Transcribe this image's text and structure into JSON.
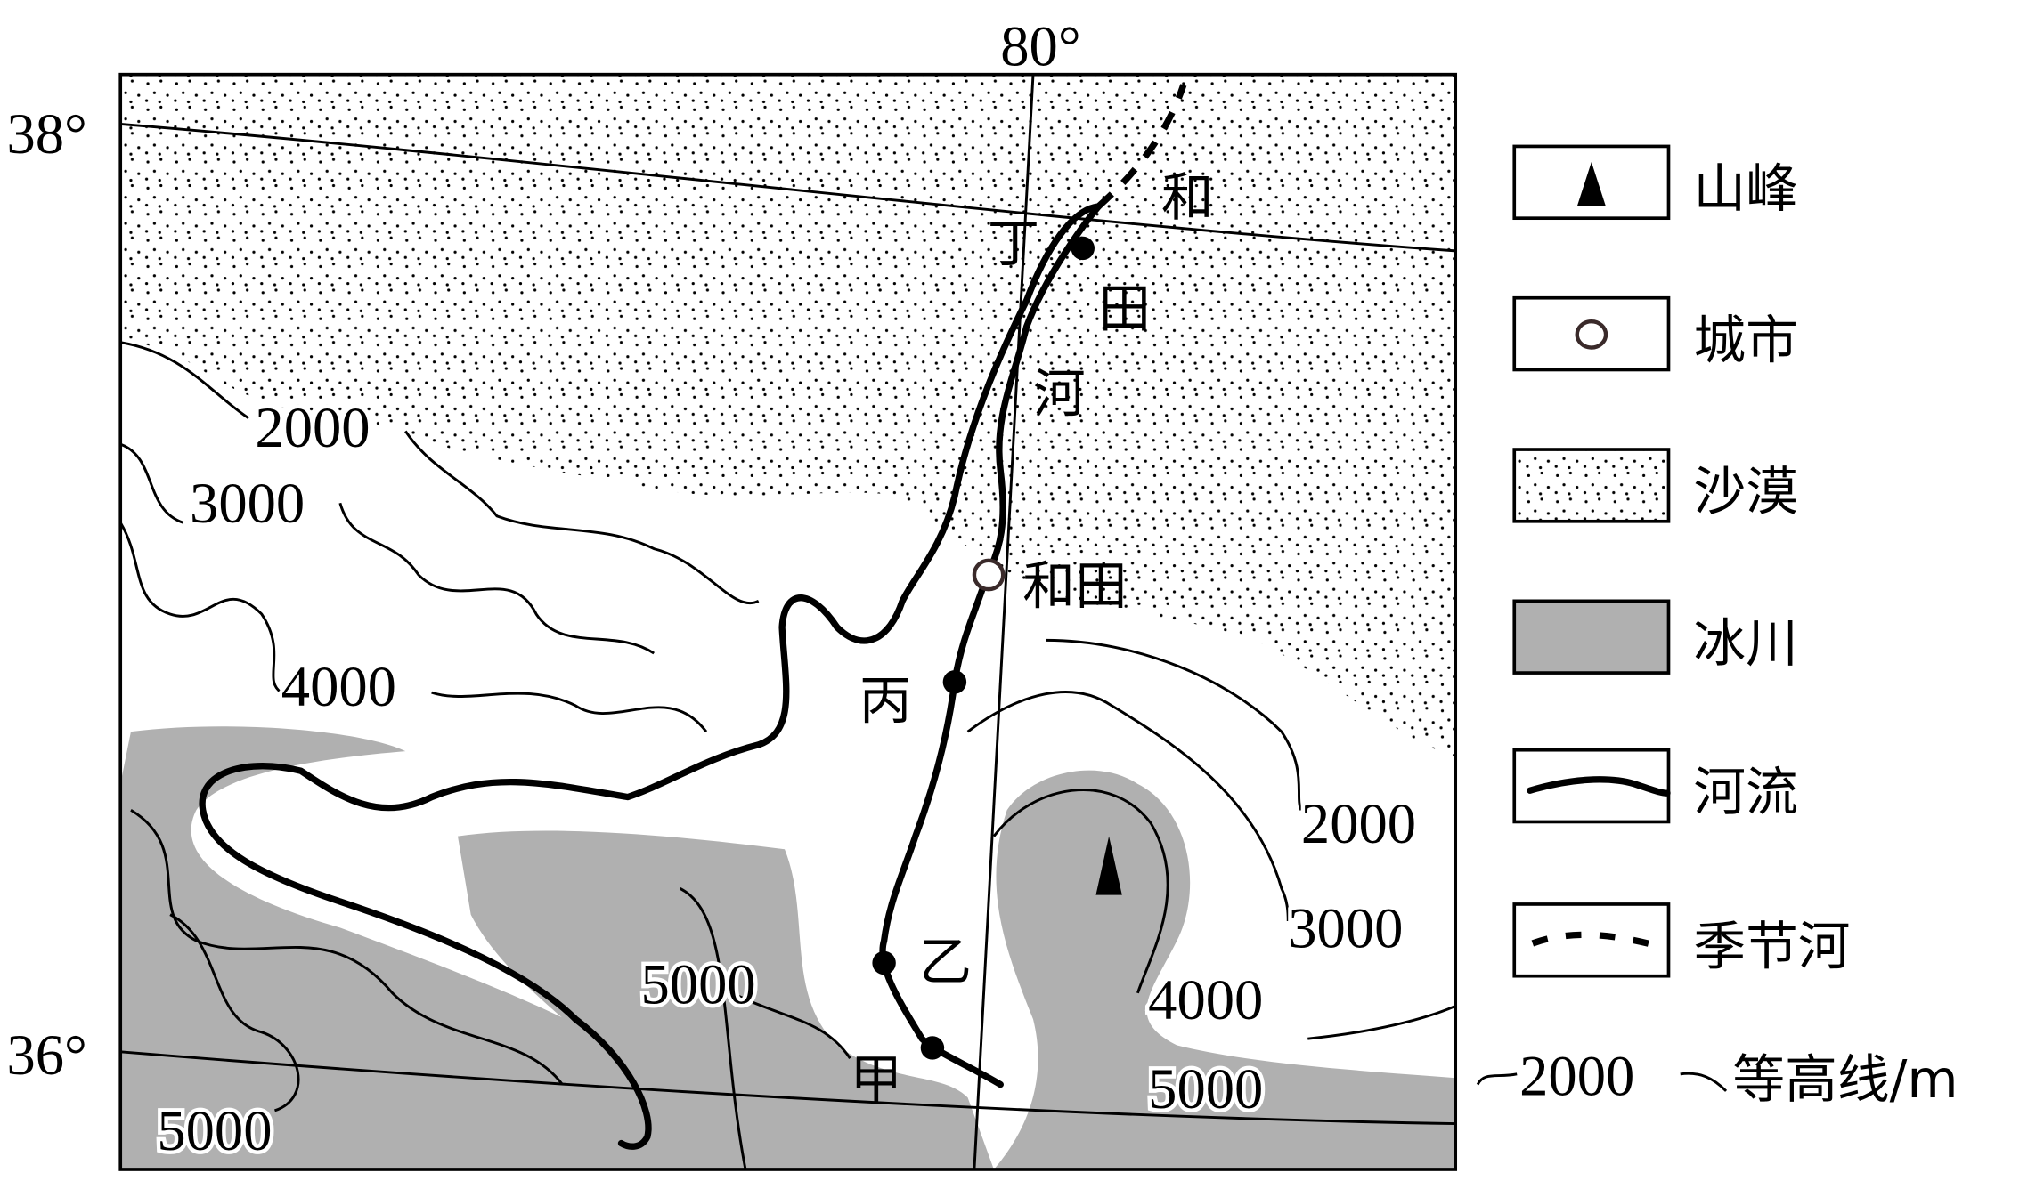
{
  "map": {
    "coordinates": {
      "meridian": "80°",
      "parallel_north": "38°",
      "parallel_south": "36°"
    },
    "contour_labels": [
      "2000",
      "3000",
      "4000",
      "2000",
      "3000",
      "4000",
      "5000",
      "5000",
      "5000"
    ],
    "places": {
      "ding": "丁",
      "bing": "丙",
      "yi": "乙",
      "jia": "甲",
      "city": "和田"
    },
    "river_name_chars": [
      "和",
      "田",
      "河"
    ]
  },
  "legend": {
    "items": [
      {
        "label": "山峰",
        "icon": "peak-icon"
      },
      {
        "label": "城市",
        "icon": "city-icon"
      },
      {
        "label": "沙漠",
        "icon": "desert-icon"
      },
      {
        "label": "冰川",
        "icon": "glacier-icon"
      },
      {
        "label": "河流",
        "icon": "river-icon"
      },
      {
        "label": "季节河",
        "icon": "seasonal-river-icon"
      }
    ],
    "contour_value": "2000",
    "contour_label": "等高线/m"
  },
  "colors": {
    "glacier": "#b0b0b0",
    "ink": "#000000"
  }
}
